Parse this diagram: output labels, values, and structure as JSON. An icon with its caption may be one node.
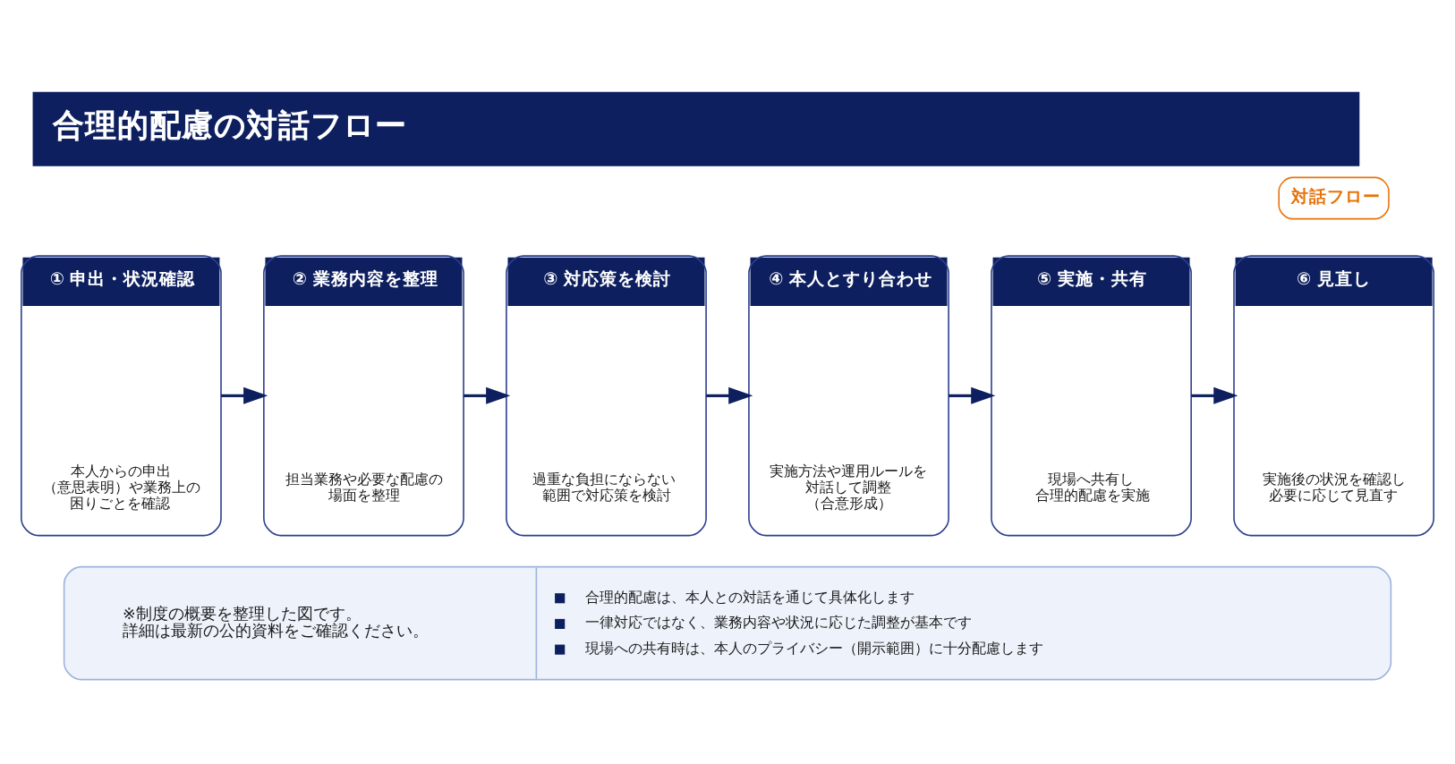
{
  "diagram": {
    "title": "合理的配慮の対話フロー",
    "nodes": [
      {
        "text": [
          "① 申出・状況確認",
          "本人からの申出（意思表明）や業務上の困りごとを確認"
        ]
      },
      {
        "text": [
          "② 業務内容を整理",
          "担当業務や必要な配慮の場面を整理"
        ]
      },
      {
        "text": [
          "③ 対応策を検討",
          "過重な負担にならない範囲で対応策を検討"
        ]
      },
      {
        "text": [
          "④ 本人とすり合わせ",
          "実施方法や運用ルールを対話して調整（合意形成）"
        ]
      },
      {
        "text": [
          "⑤ 実施・共有",
          "現場へ共有し合理的配慮を実施"
        ]
      },
      {
        "text": [
          "⑥ 見直し",
          "実施後の状況を確認し必要に応じて見直す"
        ]
      },
      {
        "text": [
          "※制度の概要を整理した図です。詳細は最新の公的資料をご確認ください。",
          "合理的配慮は、本人との対話を通じて具体化します",
          "一律対応ではなく、業務内容や状況に応じた調整が基本です",
          "現場への共有時は、本人のプライバシー（開示範囲）に十分配慮します"
        ]
      }
    ],
    "edges": [
      {
        "from": 0,
        "to": 1,
        "arrow": "to"
      },
      {
        "from": 1,
        "to": 2,
        "arrow": "to"
      },
      {
        "from": 2,
        "to": 3,
        "arrow": "to"
      },
      {
        "from": 3,
        "to": 4,
        "arrow": "to"
      },
      {
        "from": 4,
        "to": 5,
        "arrow": "to"
      }
    ],
    "labels": [
      "対話フロー"
    ]
  }
}
